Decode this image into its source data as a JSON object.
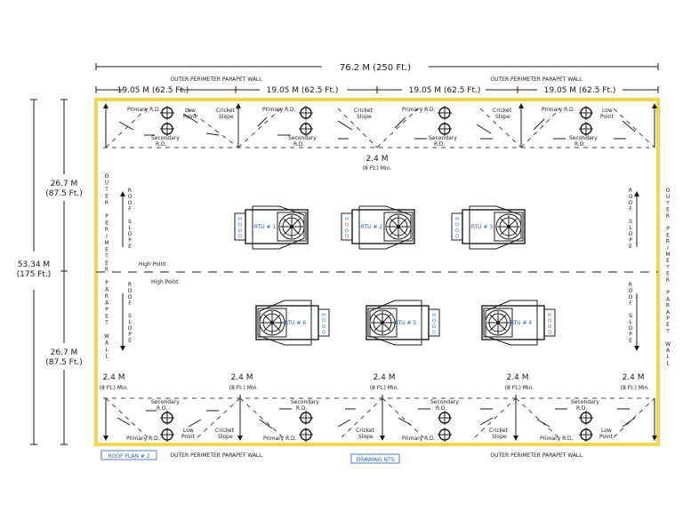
{
  "title_dim": "76.2 M (250 Ft.)",
  "segments": [
    "19.05 M (62.5 Ft.)",
    "19.05 M (62.5 Ft.)",
    "19.05 M (62.5 Ft.)",
    "19.05 M (62.5 Ft.)"
  ],
  "wall_label": "OUTER PERIMETER PARAPET WALL",
  "left_dims": {
    "top_m": "26.7 M",
    "top_ft": "(87.5 Ft.)",
    "mid_m": "53.34 M",
    "mid_ft": "(175 Ft.)",
    "bot_m": "26.7 M",
    "bot_ft": "(87.5 Ft.)"
  },
  "side_wall_letters": [
    "O",
    "U",
    "T",
    "E",
    "R",
    "",
    "P",
    "E",
    "R",
    "I",
    "M",
    "E",
    "T",
    "E",
    "R",
    "",
    "P",
    "A",
    "R",
    "A",
    "P",
    "E",
    "T",
    "",
    "W",
    "A",
    "L",
    "L"
  ],
  "roof_slope_letters": [
    "R",
    "O",
    "O",
    "F",
    "",
    "S",
    "L",
    "O",
    "P",
    "E"
  ],
  "hood_letters": [
    "H",
    "O",
    "O",
    "D"
  ],
  "primary": "Primary R.D.",
  "secondary": "Secondary",
  "rd": "R.D.",
  "low": "Low",
  "point": "Point",
  "cricket": "Cricket",
  "slope": "Slope",
  "high_point": "High Point",
  "clearance_m": "2.4 M",
  "clearance_ft": "(8 Ft.) Min.",
  "rtu_labels": [
    "RTU # 1",
    "RTU # 2",
    "RTU # 3",
    "RTU # 6",
    "RTU # 5",
    "RTU # 4"
  ],
  "roof_plan": "ROOF PLAN # 2",
  "drawing_nts": "DRAWING NTS",
  "colors": {
    "roof_outline": "#f2d54a",
    "annotation_blue": "#2c5fb3",
    "ink": "#1b1b1b"
  }
}
